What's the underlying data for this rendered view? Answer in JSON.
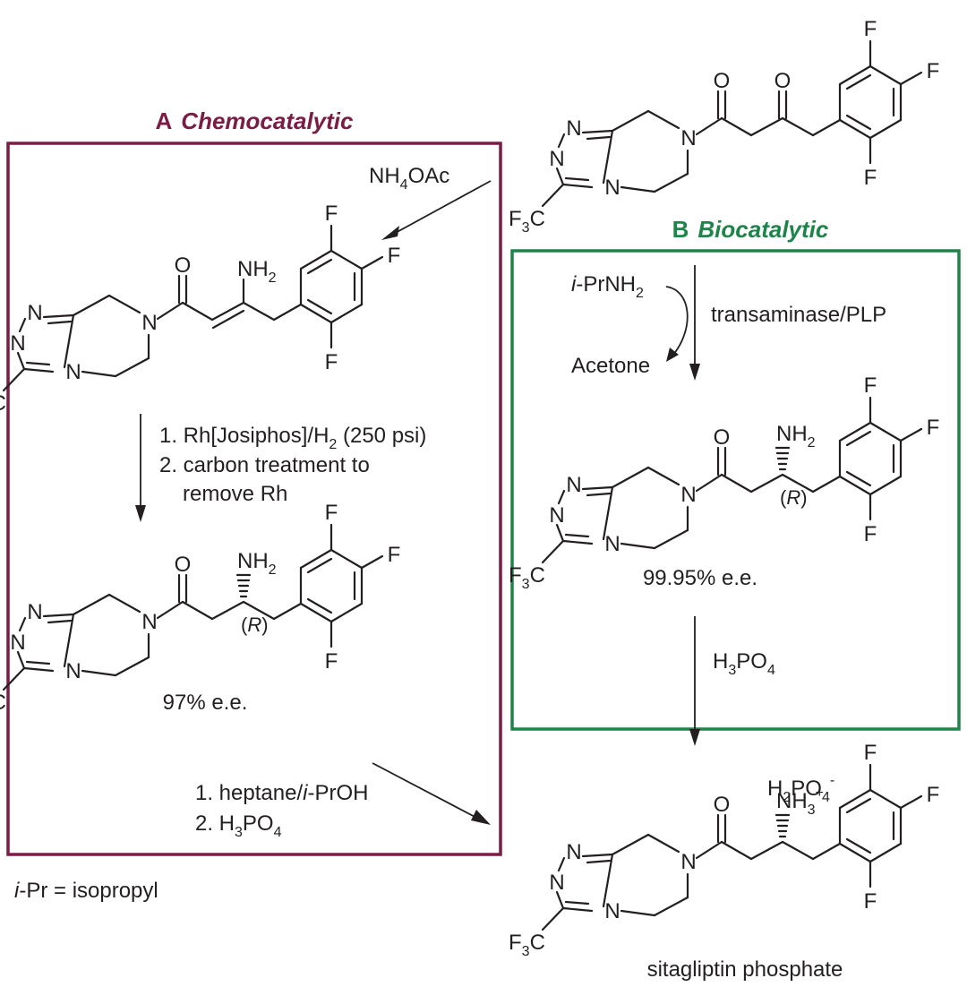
{
  "panel_a": {
    "letter": "A",
    "title": "Chemocatalytic",
    "color": "#7b1c45"
  },
  "panel_b": {
    "letter": "B",
    "title": "Biocatalytic",
    "color": "#1e8449"
  },
  "reagents": {
    "nh4oac": [
      "NH",
      "4",
      "OAc"
    ],
    "step_a1": [
      "1. Rh[Josiphos]/H",
      "2",
      " (250 psi)"
    ],
    "step_a2_line1": "2. carbon treatment to",
    "step_a2_line2": "remove Rh",
    "ipr_amine": [
      "i",
      "-PrNH",
      "2"
    ],
    "enzyme": "transaminase/PLP",
    "acetone": "Acetone",
    "acid_b": [
      "H",
      "3",
      "PO",
      "4"
    ],
    "salt_step1": [
      "1. heptane/",
      "i",
      "-PrOH"
    ],
    "salt_step2": [
      "2. H",
      "3",
      "PO",
      "4"
    ]
  },
  "atoms": {
    "N": "N",
    "O": "O",
    "F": "F",
    "cf3": [
      "F",
      "3",
      "C"
    ],
    "nh2": [
      "NH",
      "2"
    ],
    "nh3": [
      "NH",
      "3",
      "+"
    ],
    "h2po4": [
      "H",
      "2",
      "PO",
      "4",
      "-"
    ],
    "stereo": [
      "(",
      "R",
      ")"
    ]
  },
  "ee": {
    "chemo": "97% e.e.",
    "bio": "99.95% e.e."
  },
  "product_name": "sitagliptin phosphate",
  "footnote": [
    "i",
    "-Pr = isopropyl"
  ]
}
